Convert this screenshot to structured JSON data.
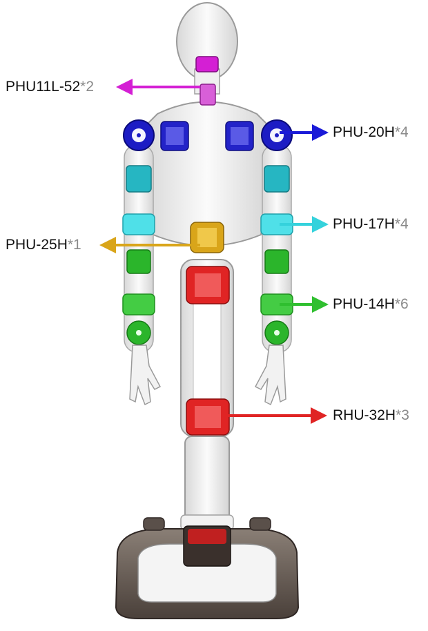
{
  "callouts": [
    {
      "id": "neck",
      "code": "PHU11L-52",
      "qty": "*2",
      "color": "#d41fd4"
    },
    {
      "id": "shoulder",
      "code": "PHU-20H",
      "qty": "*4",
      "color": "#1a1ad8"
    },
    {
      "id": "upperarm",
      "code": "PHU-17H",
      "qty": "*4",
      "color": "#35d2dc"
    },
    {
      "id": "waist",
      "code": "PHU-25H",
      "qty": "*1",
      "color": "#d9a51a"
    },
    {
      "id": "elbow",
      "code": "PHU-14H",
      "qty": "*6",
      "color": "#2fbf2f"
    },
    {
      "id": "leg",
      "code": "RHU-32H",
      "qty": "*3",
      "color": "#e02424"
    }
  ]
}
